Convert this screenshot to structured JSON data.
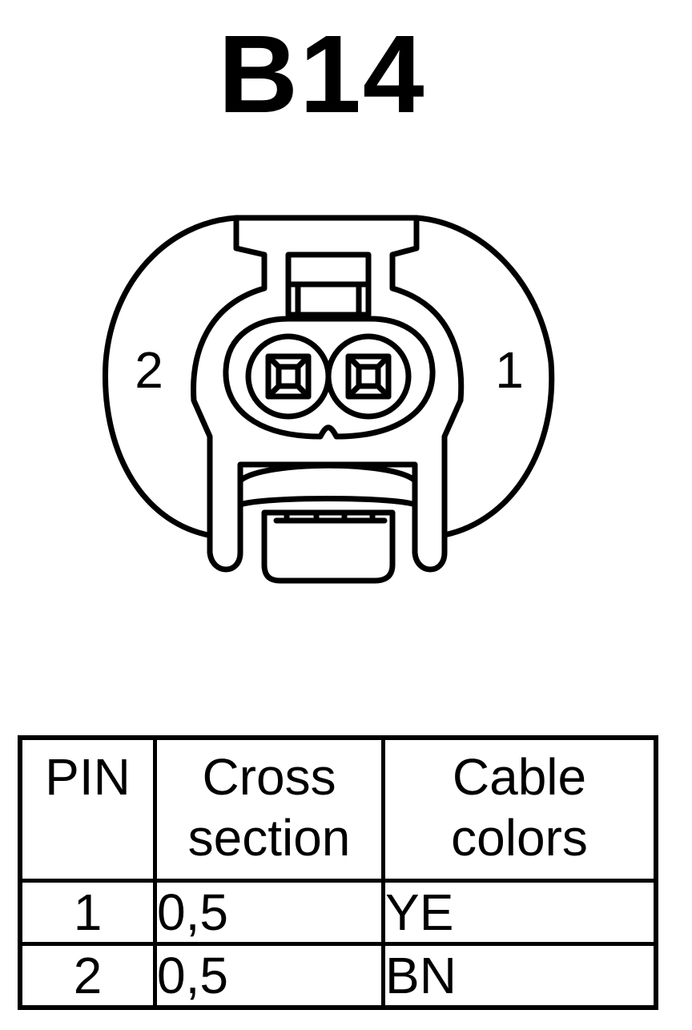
{
  "connector": {
    "title": "B14",
    "pin_labels": [
      {
        "pin": "1",
        "side": "right"
      },
      {
        "pin": "2",
        "side": "left"
      }
    ]
  },
  "table": {
    "headers": [
      {
        "line1": "PIN",
        "line2": ""
      },
      {
        "line1": "Cross",
        "line2": "section"
      },
      {
        "line1": "Cable",
        "line2": "colors"
      }
    ],
    "rows": [
      {
        "pin": "1",
        "cross_section": "0,5",
        "color": "YE"
      },
      {
        "pin": "2",
        "cross_section": "0,5",
        "color": "BN"
      }
    ]
  },
  "colors": {
    "line": "#000000",
    "background": "#ffffff"
  }
}
